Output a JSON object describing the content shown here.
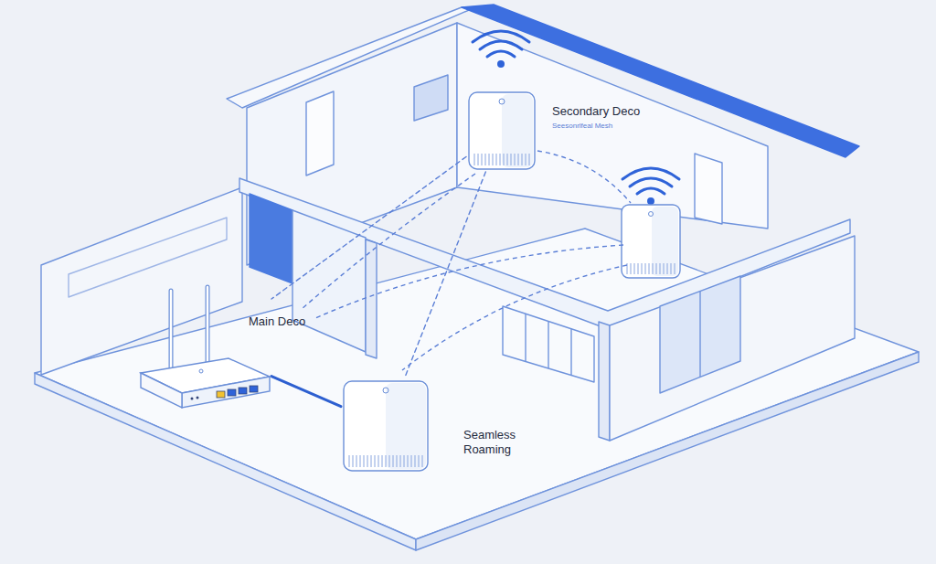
{
  "diagram": {
    "nodes": [
      {
        "text": [
          "Secondary Deco",
          "Seesonrlfeal Mesh"
        ]
      },
      {
        "text": [
          "Main Deco"
        ]
      },
      {
        "text": [
          "Seamless Roaming"
        ]
      }
    ],
    "edges": [
      {
        "from": 0,
        "to": 1,
        "arrow": "none"
      },
      {
        "from": 0,
        "to": 2,
        "arrow": "none"
      },
      {
        "from": 1,
        "to": 2,
        "arrow": "none"
      }
    ]
  }
}
